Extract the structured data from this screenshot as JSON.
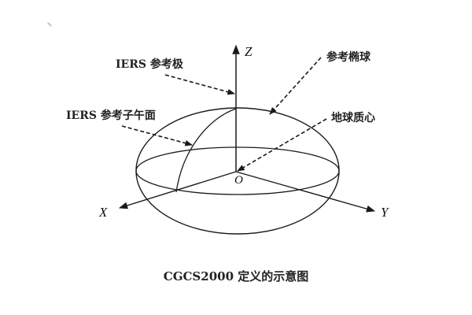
{
  "diagram": {
    "title": "CGCS2000 定义的示意图",
    "axes": {
      "z": "Z",
      "x": "X",
      "y": "Y",
      "origin": "O"
    },
    "labels": {
      "iers_pole": "IERS 参考极",
      "iers_meridian": "IERS 参考子午面",
      "ellipsoid": "参考椭球",
      "geocenter": "地球质心"
    },
    "colors": {
      "line": "#1a1a1a",
      "background": "#ffffff"
    }
  }
}
